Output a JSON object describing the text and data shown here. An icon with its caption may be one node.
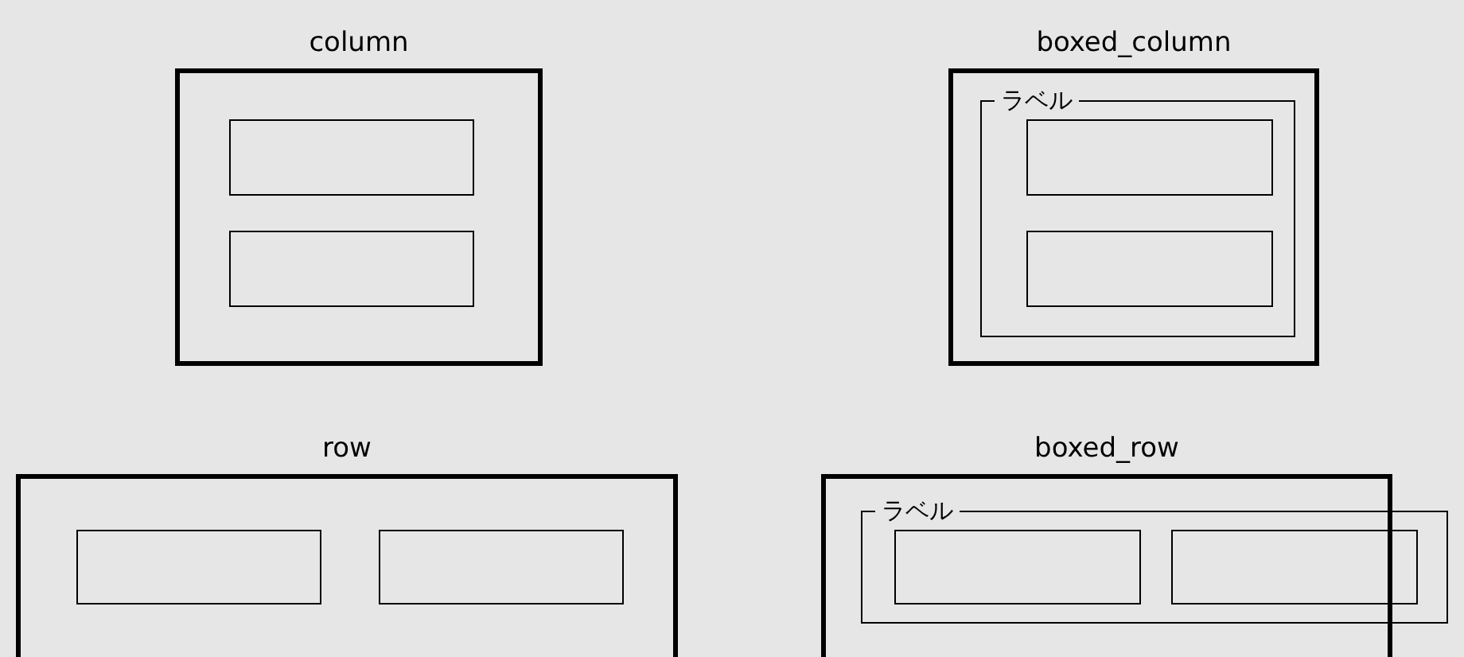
{
  "diagram": {
    "nodes": [
      {
        "text": [
          "column"
        ]
      },
      {
        "text": [],
        "shape": "box",
        "in": 0
      },
      {
        "text": [],
        "shape": "box",
        "in": 0
      },
      {
        "text": [
          "boxed_column"
        ]
      },
      {
        "text": [
          "ラベル"
        ],
        "in": 3
      },
      {
        "text": [],
        "shape": "box",
        "in": 4
      },
      {
        "text": [],
        "shape": "box",
        "in": 4
      },
      {
        "text": [
          "row"
        ]
      },
      {
        "text": [],
        "shape": "box",
        "in": 7
      },
      {
        "text": [],
        "shape": "box",
        "in": 7
      },
      {
        "text": [
          "boxed_row"
        ]
      },
      {
        "text": [
          "ラベル"
        ],
        "in": 10
      },
      {
        "text": [],
        "shape": "box",
        "in": 11
      },
      {
        "text": [],
        "shape": "box",
        "in": 11
      }
    ]
  }
}
